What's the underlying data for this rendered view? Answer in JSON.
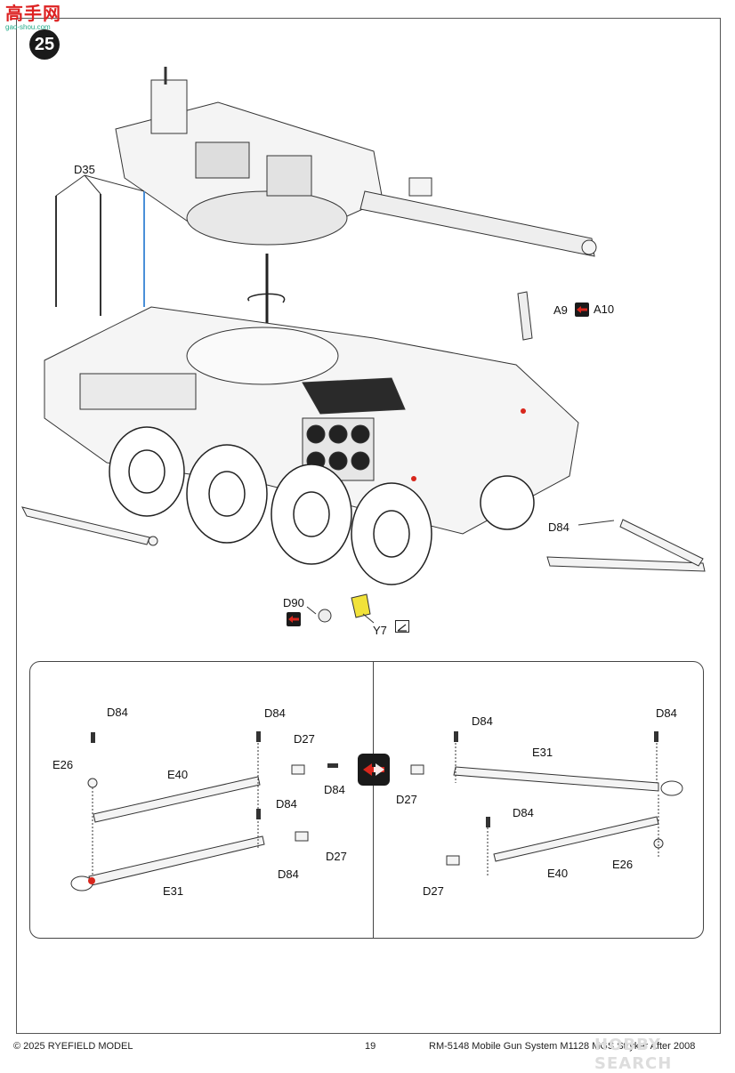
{
  "watermark": {
    "title": "高手网",
    "url": "gao-shou.com"
  },
  "step": {
    "number": "25"
  },
  "labels": {
    "d35": "D35",
    "a9": "A9",
    "a10": "A10",
    "d84_main": "D84",
    "d90": "D90",
    "y7": "Y7"
  },
  "left_panel": {
    "d84_a": "D84",
    "d84_b": "D84",
    "d27_a": "D27",
    "d84_c": "D84",
    "e26": "E26",
    "e40": "E40",
    "d84_d": "D84",
    "d27_b": "D27",
    "d84_e": "D84",
    "e31": "E31"
  },
  "right_panel": {
    "d84_a": "D84",
    "d84_b": "D84",
    "e31": "E31",
    "d27_a": "D27",
    "d84_c": "D84",
    "e26": "E26",
    "e40": "E40",
    "d27_b": "D27"
  },
  "footer": {
    "copyright": "© 2025 RYEFIELD MODEL",
    "page": "19",
    "product": "RM-5148 Mobile Gun System M1128 MGS Stryker After 2008",
    "overlay": "HOBBY SEARCH"
  },
  "colors": {
    "accent_red": "#d8261c",
    "part_yellow": "#f1e23a",
    "antenna_blue": "#4a8fd8"
  },
  "icons": [
    "flip-both-sides-icon",
    "paint-icon"
  ]
}
